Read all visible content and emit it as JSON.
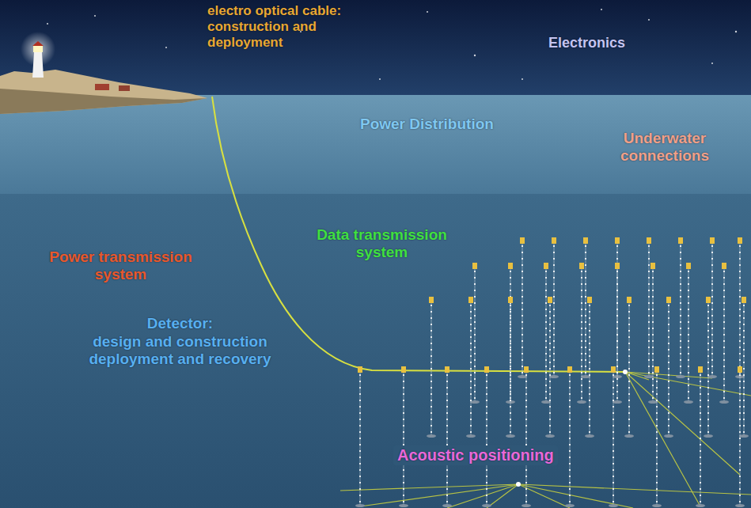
{
  "diagram": {
    "labels": [
      "electro optical cable: construction and deployment",
      "Electronics",
      "Power Distribution",
      "Underwater connections",
      "Power transmission system",
      "Data transmission system",
      "Detector:",
      "design and construction deployment and recovery",
      "Acoustic positioning"
    ]
  }
}
